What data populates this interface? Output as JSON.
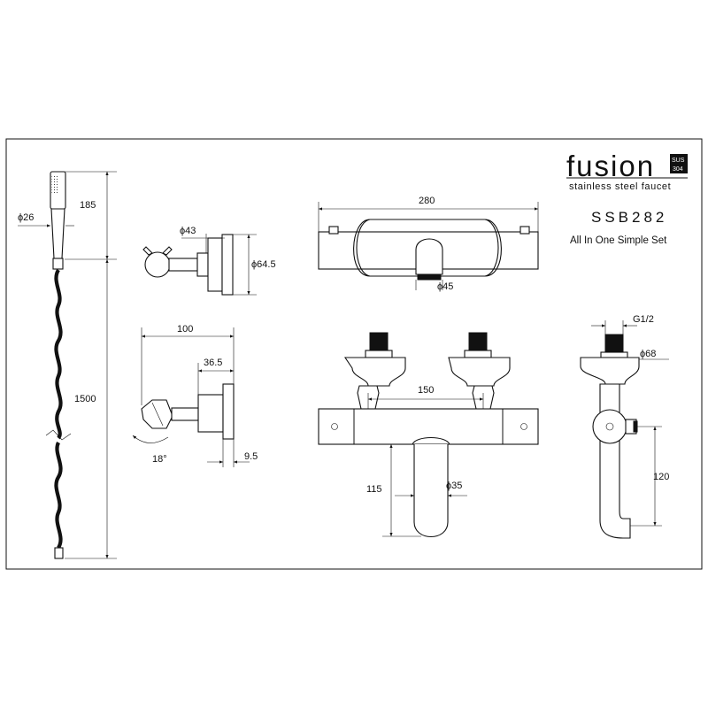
{
  "brand": {
    "name": "fusion",
    "badge_top": "SUS",
    "badge_bottom": "304",
    "tagline": "stainless steel faucet"
  },
  "product": {
    "model": "SSB282",
    "description": "All In One Simple Set"
  },
  "dimensions": {
    "head_diameter": "ϕ26",
    "head_length": "185",
    "hose_length": "1500",
    "holder_diameter": "ϕ43",
    "holder_plate_diameter": "ϕ64.5",
    "body_width": "280",
    "spout_diameter": "ϕ45",
    "holder_reach": "100",
    "holder_depth": "36.5",
    "holder_angle": "18°",
    "plate_thickness": "9.5",
    "inlet_spacing": "150",
    "spout_drop": "115",
    "spout_pipe_diameter": "ϕ35",
    "inlet_thread": "G1/2",
    "escutcheon_diameter": "ϕ68",
    "side_height": "120"
  },
  "colors": {
    "line": "#111111",
    "background": "#ffffff"
  }
}
